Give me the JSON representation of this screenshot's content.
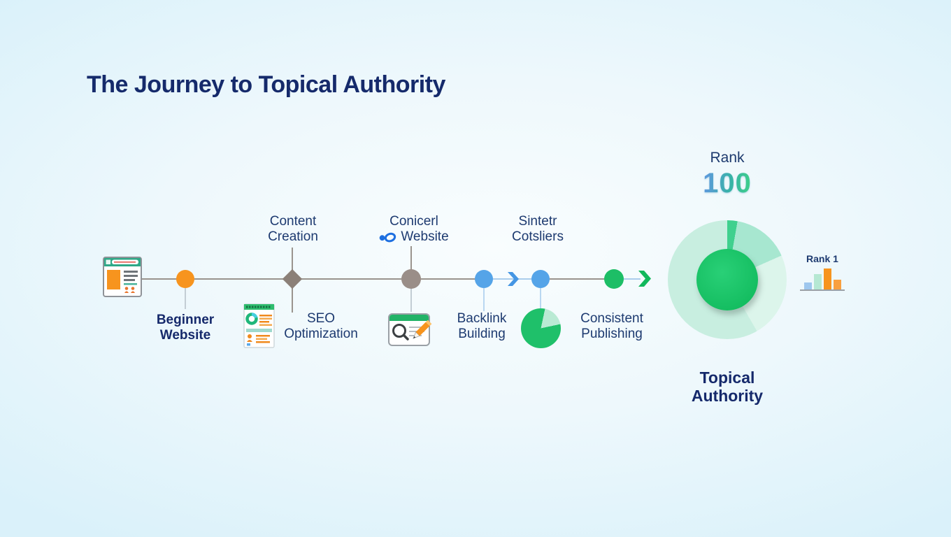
{
  "title": "The Journey to Topical Authority",
  "milestones": {
    "beginner": {
      "label": "Beginner Website"
    },
    "content_creation": {
      "label": "Content Creation"
    },
    "seo_optimization": {
      "label": "SEO Optimization"
    },
    "conicerl_website": {
      "line1": "Conicerl",
      "line2": "Website"
    },
    "backlink_building": {
      "label": "Backlink Building"
    },
    "sintetr_cotsliers": {
      "label": "Sintetr Cotsliers"
    },
    "consistent_publishing": {
      "label": "Consistent Publishing"
    }
  },
  "result": {
    "rank_label": "Rank",
    "rank_value": "100",
    "authority_title": "Topical Authority",
    "mini_chart_label": "Rank 1"
  },
  "colors": {
    "navy_title": "#152A6B",
    "navy_label": "#1D3A70",
    "orange": "#F7941E",
    "blue_node": "#55A4E8",
    "green_node": "#1DBE66",
    "gray_node": "#9A8E88",
    "diamond_node": "#8B8078",
    "line_gray": "#99938D",
    "line_blue": "#AACDEC",
    "mint": "#A7E7D0",
    "pale_mint": "#DCF5EB",
    "donut_core": "#14BD60",
    "rank_gradient": [
      "#5B9BD9",
      "#3ECF8A"
    ]
  },
  "chart_data": [
    {
      "type": "pie",
      "name": "topical-authority-donut",
      "segments": [
        {
          "label": "sliver",
          "value": 3,
          "color": "#3FD08E"
        },
        {
          "label": "growth-wedge",
          "value": 15,
          "color": "#A7E7D0"
        },
        {
          "label": "light-arc",
          "value": 23,
          "color": "#DCF5EB"
        },
        {
          "label": "remainder",
          "value": 59,
          "color": "#C8EEE0"
        }
      ],
      "center_color": "#14BD60"
    },
    {
      "type": "bar",
      "name": "rank1-mini-bar-chart",
      "title": "Rank 1",
      "values": [
        10,
        22,
        30,
        14
      ],
      "colors": [
        "#9EC7EE",
        "#B5E8D3",
        "#F7941E",
        "#F7941E"
      ]
    },
    {
      "type": "pie",
      "name": "consistent-publishing-pie-icon",
      "segments": [
        {
          "value": 82,
          "color": "#1FC06A"
        },
        {
          "value": 18,
          "color": "#B9EAD4"
        }
      ]
    }
  ]
}
